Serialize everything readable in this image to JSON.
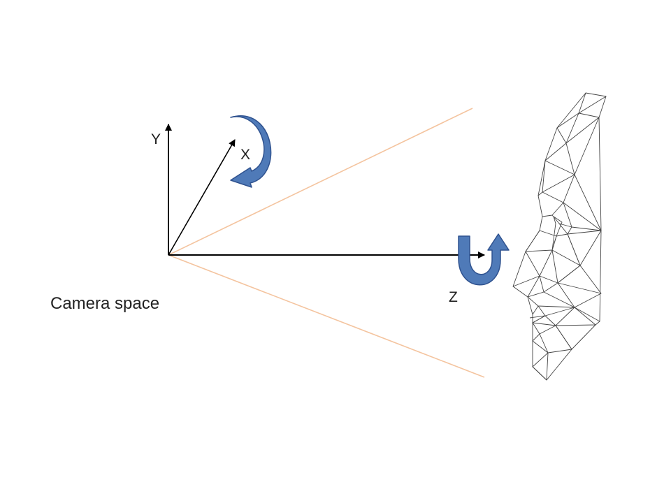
{
  "labels": {
    "y_axis": "Y",
    "x_axis": "X",
    "z_axis": "Z",
    "caption": "Camera space"
  },
  "colors": {
    "axis": "#000000",
    "frustum": "#f4c49f",
    "rotation_arrow_fill": "#4f7ab8",
    "rotation_arrow_stroke": "#2f528f",
    "mesh": "#444444"
  },
  "icons": {
    "x_rotation": "curved-arrow-icon",
    "z_rotation": "u-turn-arrow-icon",
    "face_mesh": "wireframe-face-icon"
  }
}
